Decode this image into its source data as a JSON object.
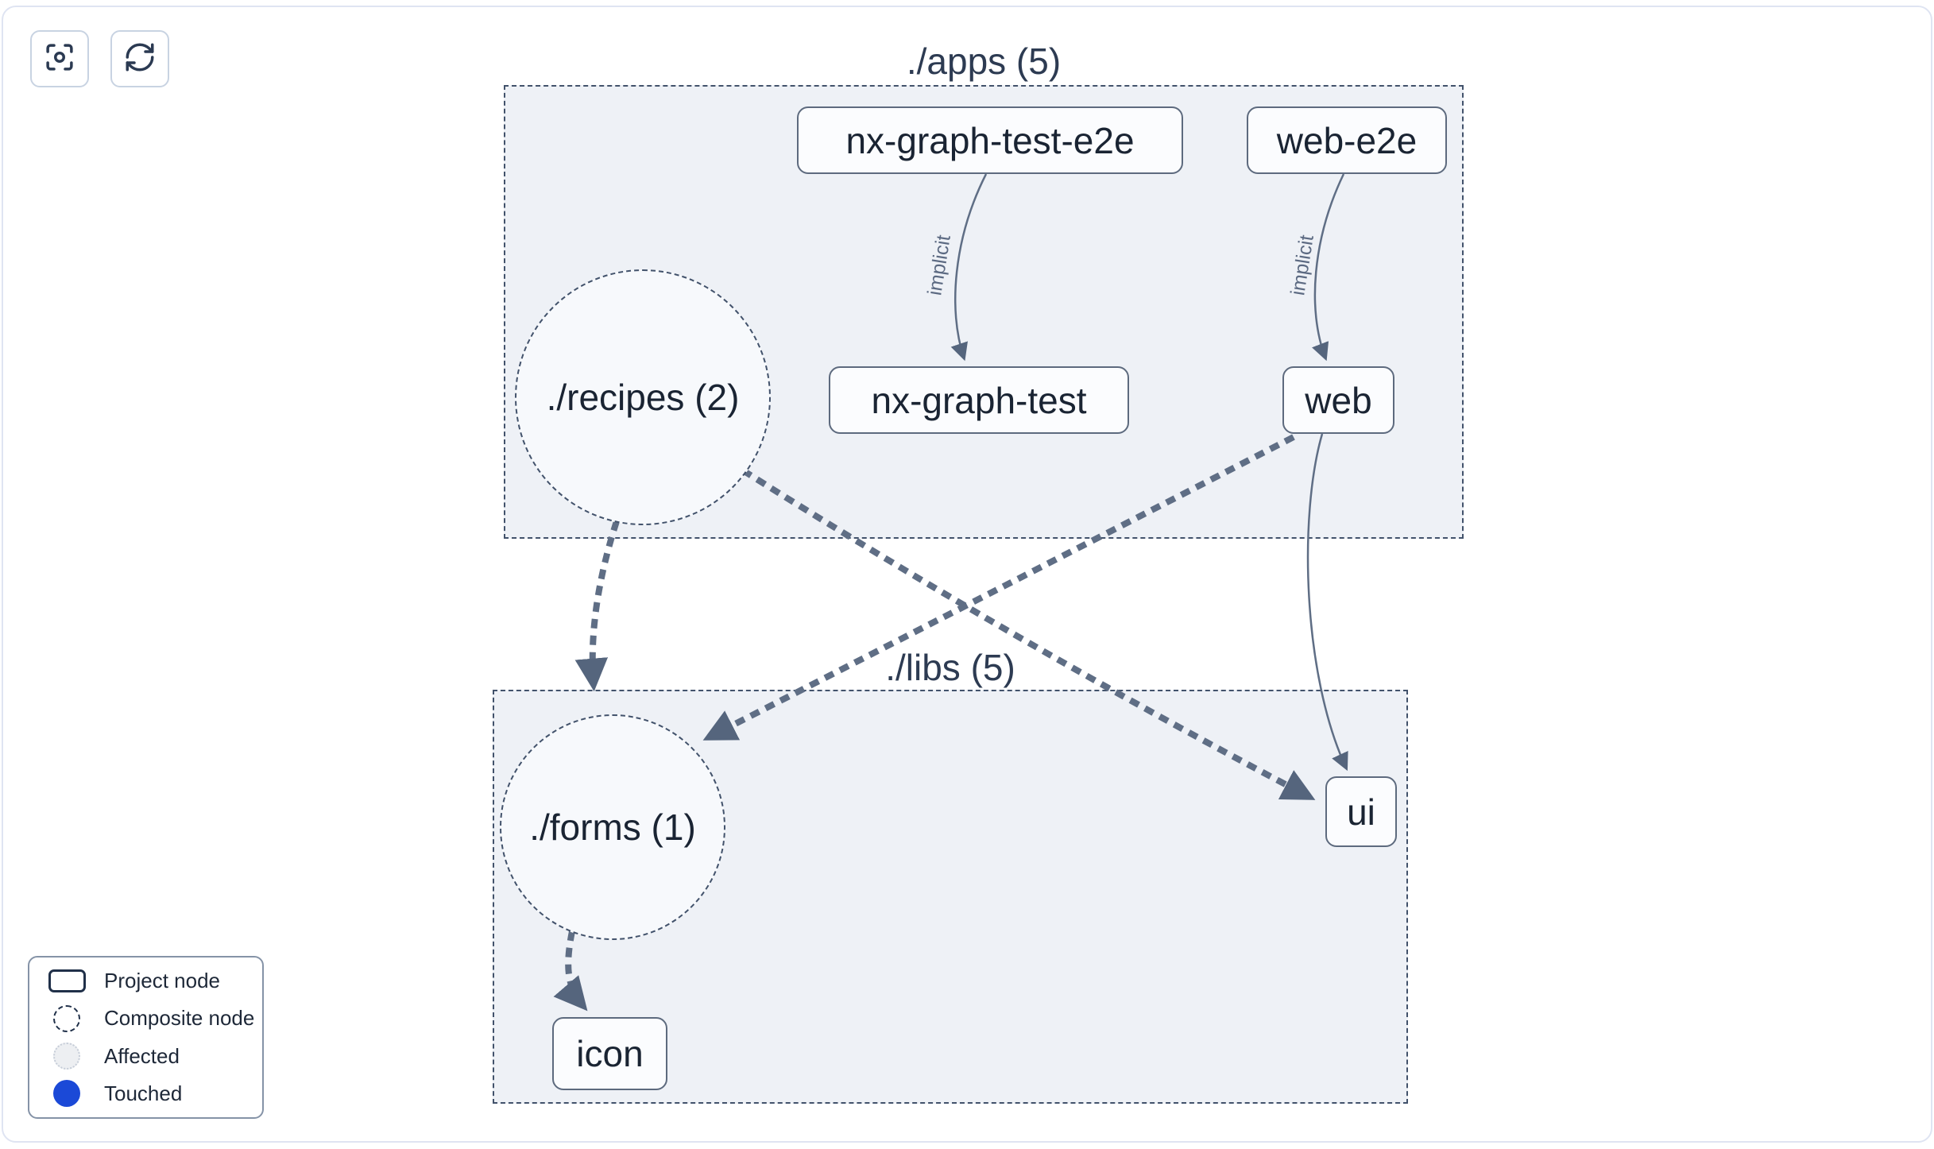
{
  "toolbar": {
    "buttons": [
      {
        "icon": "focus-icon"
      },
      {
        "icon": "refresh-icon"
      }
    ]
  },
  "clusters": {
    "apps": {
      "label": "./apps (5)"
    },
    "libs": {
      "label": "./libs (5)"
    }
  },
  "nodes": {
    "nx_graph_test_e2e": {
      "label": "nx-graph-test-e2e",
      "type": "project"
    },
    "web_e2e": {
      "label": "web-e2e",
      "type": "project"
    },
    "nx_graph_test": {
      "label": "nx-graph-test",
      "type": "project"
    },
    "web": {
      "label": "web",
      "type": "project"
    },
    "recipes": {
      "label": "./recipes (2)",
      "type": "composite"
    },
    "forms": {
      "label": "./forms (1)",
      "type": "composite"
    },
    "ui": {
      "label": "ui",
      "type": "project"
    },
    "icon": {
      "label": "icon",
      "type": "project"
    }
  },
  "edges": {
    "e2e_to_test": {
      "from": "nx-graph-test-e2e",
      "to": "nx-graph-test",
      "label": "implicit"
    },
    "webe2e_to_web": {
      "from": "web-e2e",
      "to": "web",
      "label": "implicit"
    },
    "recipes_to_forms": {
      "from": "./recipes (2)",
      "to": "./forms (1)"
    },
    "recipes_to_ui": {
      "from": "./recipes (2)",
      "to": "ui"
    },
    "web_to_forms": {
      "from": "web",
      "to": "./forms (1)"
    },
    "web_to_ui": {
      "from": "web",
      "to": "ui"
    },
    "forms_to_icon": {
      "from": "./forms (1)",
      "to": "icon"
    }
  },
  "legend": {
    "items": [
      {
        "swatch": "project-node",
        "label": "Project node"
      },
      {
        "swatch": "composite-node",
        "label": "Composite node"
      },
      {
        "swatch": "affected",
        "label": "Affected"
      },
      {
        "swatch": "touched",
        "label": "Touched"
      }
    ]
  },
  "colors": {
    "touched": "#1b49d7",
    "edge": "#5f6e85",
    "cluster_bg": "#eef1f6",
    "node_border": "#5d6a7e",
    "text_dark": "#1a2433"
  }
}
